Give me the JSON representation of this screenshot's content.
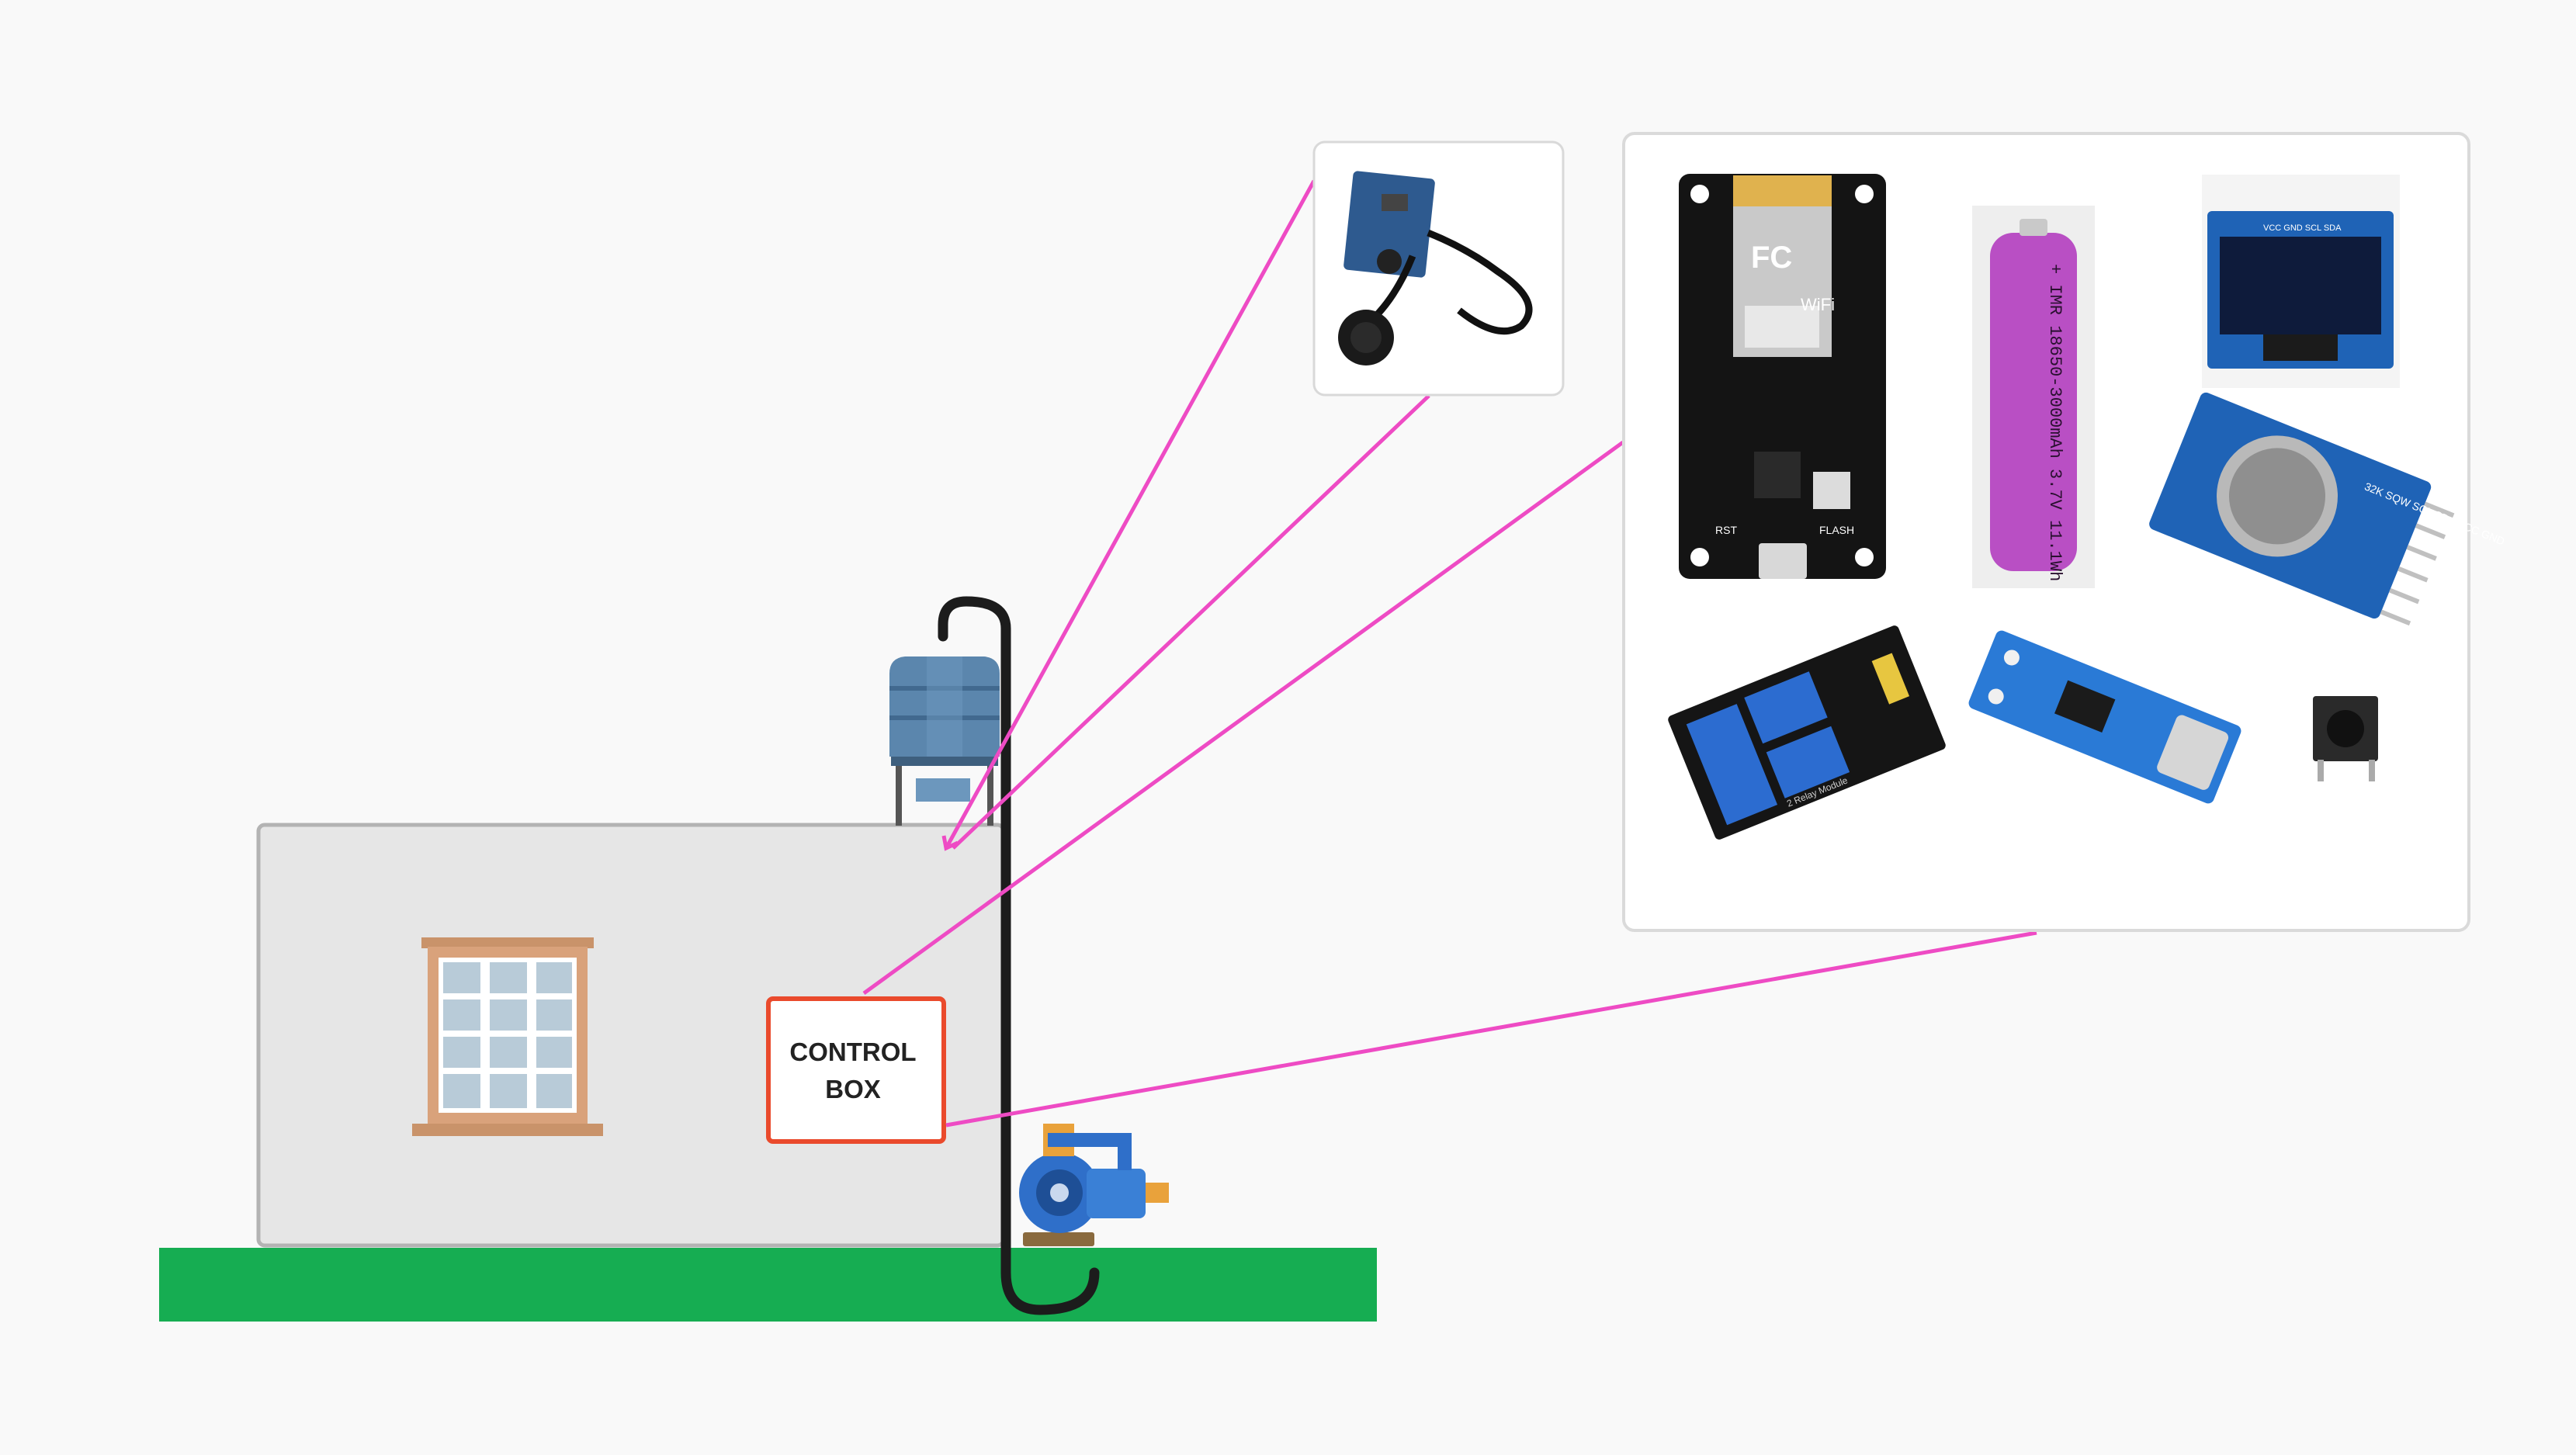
{
  "control_box": {
    "line1": "CONTROL",
    "line2": "BOX"
  },
  "component_labels": {
    "esp8266_brand": "FC",
    "esp8266_wifi": "WiFi",
    "esp8266_rst": "RST",
    "esp8266_flash": "FLASH",
    "battery_text": "+ IMR 18650-3000mAh 3.7V 11.1Wh",
    "oled_pins": "VCC GND SCL SDA",
    "rtc_pins": "32K SQW SCL SDA VCC GND",
    "relay_text": "2 Relay Module"
  },
  "colors": {
    "background": "#f9f9f9",
    "ground": "#16ad52",
    "house_fill": "#e6e6e6",
    "house_border": "#b3b3b3",
    "connector_line": "#ee4bc4",
    "control_box_border": "#ea4a2c",
    "pipe": "#1c1c1c",
    "tank": "#5b86ad",
    "pump": "#2f6fc9"
  },
  "icons": [
    "window-icon",
    "water-tank-icon",
    "water-pump-icon",
    "ultrasonic-sensor-icon",
    "esp8266-board-icon",
    "battery-18650-icon",
    "oled-display-icon",
    "rtc-module-icon",
    "relay-module-icon",
    "charger-module-icon",
    "push-button-icon"
  ]
}
